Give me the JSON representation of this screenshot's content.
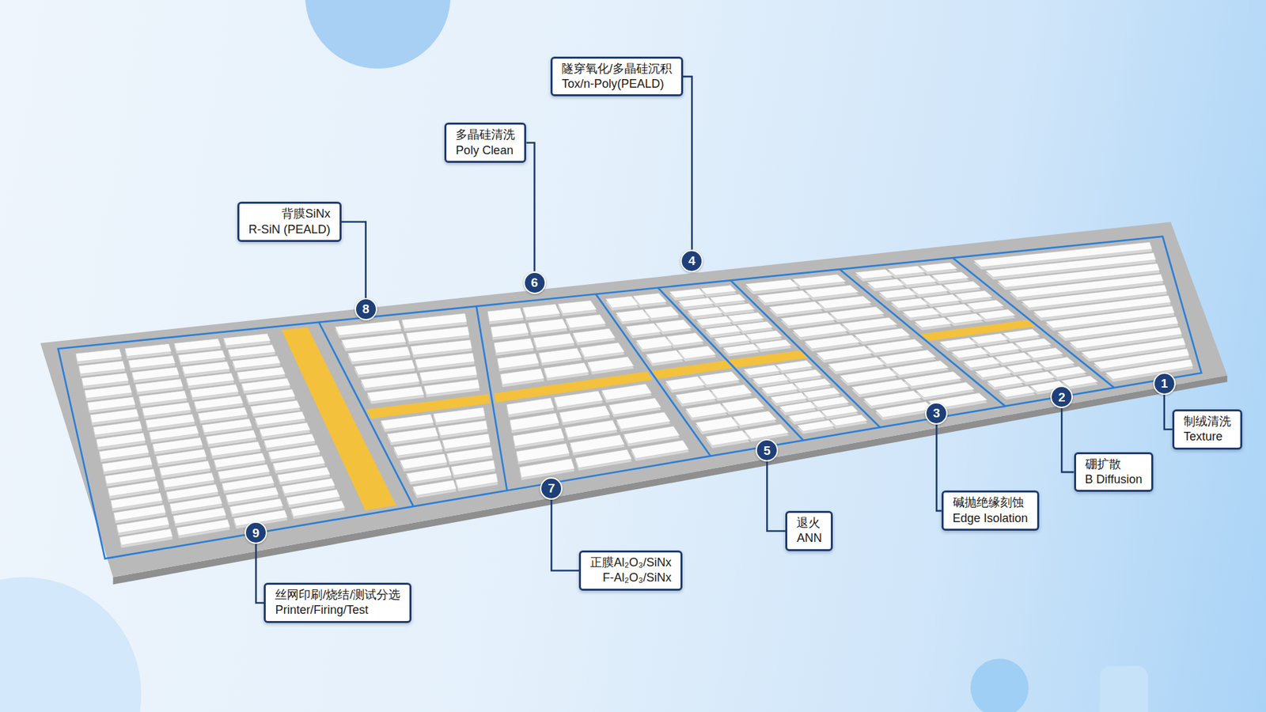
{
  "diagram": {
    "nodes": [
      {
        "text": [
          "1"
        ]
      },
      {
        "text": [
          "制绒清洗",
          "Texture"
        ]
      },
      {
        "text": [
          "2"
        ]
      },
      {
        "text": [
          "硼扩散",
          "B Diffusion"
        ]
      },
      {
        "text": [
          "3"
        ]
      },
      {
        "text": [
          "碱抛绝缘刻蚀",
          "Edge Isolation"
        ]
      },
      {
        "text": [
          "4"
        ]
      },
      {
        "text": [
          "隧穿氧化/多晶硅沉积",
          "Tox/n-Poly(PEALD)"
        ]
      },
      {
        "text": [
          "5"
        ]
      },
      {
        "text": [
          "退火",
          "ANN"
        ]
      },
      {
        "text": [
          "6"
        ]
      },
      {
        "text": [
          "多晶硅清洗",
          "Poly Clean"
        ]
      },
      {
        "text": [
          "7"
        ]
      },
      {
        "text": [
          "正膜Al₂O₃/SiNx",
          "F-Al₂O₃/SiNx"
        ]
      },
      {
        "text": [
          "8"
        ]
      },
      {
        "text": [
          "背膜SiNx",
          "R-SiN (PEALD)"
        ]
      },
      {
        "text": [
          "9"
        ]
      },
      {
        "text": [
          "丝网印刷/烧结/测试分选",
          "Printer/Firing/Test"
        ]
      }
    ],
    "edges": [
      {
        "from": 0,
        "to": 1,
        "arrow": "none"
      },
      {
        "from": 2,
        "to": 3,
        "arrow": "none"
      },
      {
        "from": 4,
        "to": 5,
        "arrow": "none"
      },
      {
        "from": 6,
        "to": 7,
        "arrow": "none"
      },
      {
        "from": 8,
        "to": 9,
        "arrow": "none"
      },
      {
        "from": 10,
        "to": 11,
        "arrow": "none"
      },
      {
        "from": 12,
        "to": 13,
        "arrow": "none"
      },
      {
        "from": 14,
        "to": 15,
        "arrow": "none"
      },
      {
        "from": 16,
        "to": 17,
        "arrow": "none"
      }
    ]
  }
}
